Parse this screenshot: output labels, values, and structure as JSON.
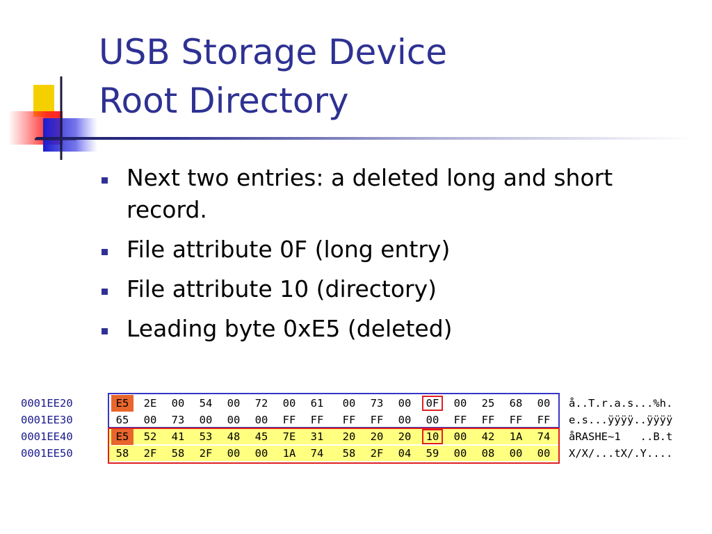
{
  "title": {
    "line1": "USB Storage Device",
    "line2": "Root Directory"
  },
  "bullets": [
    "Next two entries: a deleted long and short record.",
    "File attribute 0F (long entry)",
    "File attribute 10 (directory)",
    "Leading byte 0xE5 (deleted)"
  ],
  "hex_dump": {
    "rows": [
      {
        "offset": "0001EE20",
        "bytes": [
          "E5",
          "2E",
          "00",
          "54",
          "00",
          "72",
          "00",
          "61",
          "00",
          "73",
          "00",
          "0F",
          "00",
          "25",
          "68",
          "00"
        ],
        "ascii": "å..T.r.a.s...%h."
      },
      {
        "offset": "0001EE30",
        "bytes": [
          "65",
          "00",
          "73",
          "00",
          "00",
          "00",
          "FF",
          "FF",
          "FF",
          "FF",
          "00",
          "00",
          "FF",
          "FF",
          "FF",
          "FF"
        ],
        "ascii": "e.s...ÿÿÿÿ..ÿÿÿÿ"
      },
      {
        "offset": "0001EE40",
        "bytes": [
          "E5",
          "52",
          "41",
          "53",
          "48",
          "45",
          "7E",
          "31",
          "20",
          "20",
          "20",
          "10",
          "00",
          "42",
          "1A",
          "74"
        ],
        "ascii": "åRASHE~1   ..B.t"
      },
      {
        "offset": "0001EE50",
        "bytes": [
          "58",
          "2F",
          "58",
          "2F",
          "00",
          "00",
          "1A",
          "74",
          "58",
          "2F",
          "04",
          "59",
          "00",
          "08",
          "00",
          "00"
        ],
        "ascii": "X/X/...tX/.Y...."
      }
    ]
  },
  "colors": {
    "title": "#2E3192",
    "bullet_marker": "#2E3192",
    "offset_text": "#1a1a8c",
    "row_highlight": "#ffff80",
    "deleted_byte": "#e8652b",
    "attribute_box": "#e02020",
    "long_entry_frame": "#3535c8",
    "short_entry_frame": "#e02020"
  }
}
